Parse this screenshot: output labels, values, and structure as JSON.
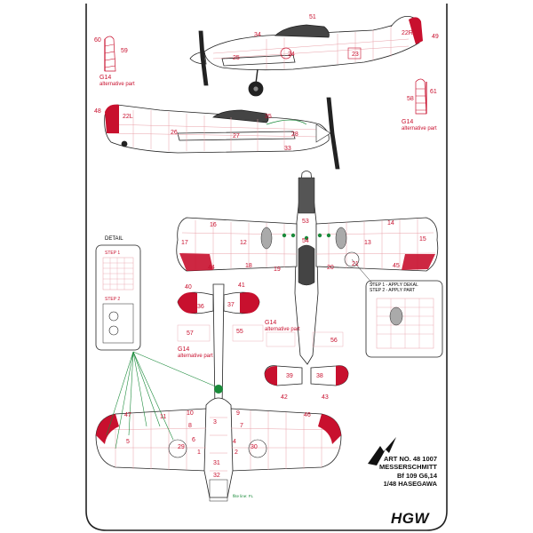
{
  "colors": {
    "outline": "#222222",
    "decal": "#c8102e",
    "leader": "#1a8a3a",
    "panel": "#e8a0a8"
  },
  "labels": {
    "g14": "G14",
    "alt": "alternative part",
    "detail": "DETAIL",
    "step1": "STEP 1",
    "step2": "STEP 2",
    "step_note_1": "STEP 1 - APPLY DEKAL",
    "step_note_2": "STEP 2 - APPLY PART",
    "flite_line": "flite line: FL"
  },
  "title_block": {
    "art": "ART NO.  48 1007",
    "maker": "MESSERSCHMITT",
    "model": "Bf 109 G6,14",
    "scale": "1/48 HASEGAWA",
    "brand": "HGW"
  },
  "part_numbers": [
    "60",
    "59",
    "51",
    "34",
    "22R",
    "49",
    "24",
    "25",
    "23",
    "48",
    "22L",
    "26",
    "35",
    "27",
    "28",
    "33",
    "58",
    "61",
    "16",
    "14",
    "17",
    "12",
    "13",
    "15",
    "53",
    "54",
    "44",
    "18",
    "19",
    "20",
    "21",
    "45",
    "40",
    "41",
    "36",
    "37",
    "57",
    "55",
    "56",
    "39",
    "38",
    "42",
    "43",
    "47",
    "10",
    "9",
    "46",
    "11",
    "8",
    "7",
    "3",
    "6",
    "5",
    "4",
    "2",
    "1",
    "29",
    "30",
    "31",
    "32"
  ]
}
